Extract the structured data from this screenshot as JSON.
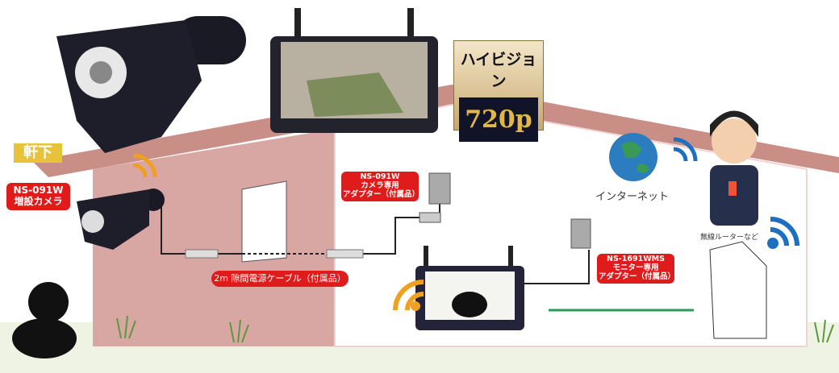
{
  "badge_eaves": "軒下",
  "camera_label": {
    "model": "NS-091W",
    "desc": "増設カメラ"
  },
  "camera_adapter_label": {
    "model": "NS-091W",
    "line1": "カメラ専用",
    "line2": "アダプター（付属品）"
  },
  "monitor_adapter_label": {
    "model": "NS-1691WMS",
    "line1": "モニター専用",
    "line2": "アダプター（付属品）"
  },
  "cable_label": "2m 隙間電源ケーブル（付属品）",
  "internet_label": "インターネット",
  "router_label": "無線ルーターなど",
  "hd_badge": {
    "title": "ハイビジョン",
    "resolution": "720p"
  },
  "colors": {
    "label_red": "#e01b1b",
    "eaves_yellow": "#e8c23a",
    "wall_pink": "#d9a7a3",
    "roof": "#c98e86",
    "wifi_orange": "#f0a020",
    "wifi_blue": "#1f6fc0",
    "lan_green": "#2a9a5a"
  }
}
